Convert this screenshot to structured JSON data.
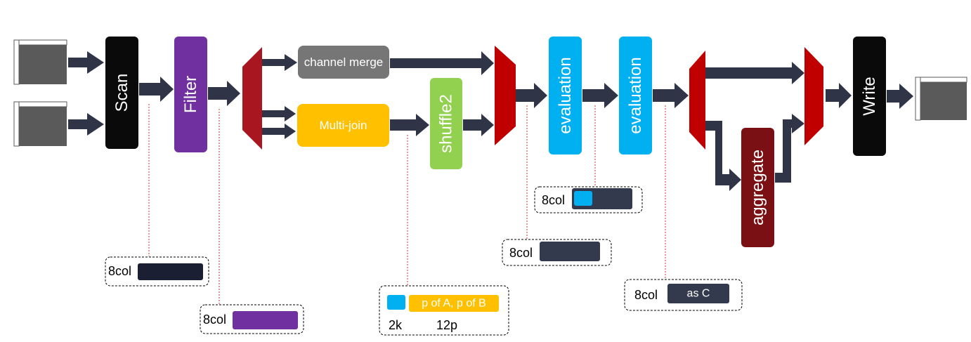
{
  "stages": {
    "scan": "Scan",
    "filter": "Filter",
    "channel_merge": "channel merge",
    "multi_join": "Multi-join",
    "shuffle": "shuffle2",
    "evaluation_1": "evaluation",
    "evaluation_2": "evaluation",
    "aggregate": "aggregate",
    "write": "Write"
  },
  "annotations": {
    "scan_schema": "8col",
    "filter_schema": "8col",
    "join_schema": {
      "count": "2k",
      "chip": "p of A, p of B",
      "count2": "12p"
    },
    "eval1_schema": "8col",
    "eval2_schema": "8col",
    "eval3_schema": {
      "label": "8col",
      "chip": "as C"
    }
  },
  "colors": {
    "arrow": "#2f3447",
    "scan": "#0a0a0a",
    "filter": "#7030a0",
    "channel_merge": "#767676",
    "multi_join": "#ffc000",
    "shuffle": "#92d050",
    "evaluation": "#00b0f0",
    "aggregate": "#7a1014",
    "write": "#0a0a0a",
    "mux": "#c00000",
    "mux_dark": "#a8171f",
    "table": "#5a5a5a",
    "schema_dark": "#1a1f33",
    "schema_navy": "#333a4e"
  }
}
